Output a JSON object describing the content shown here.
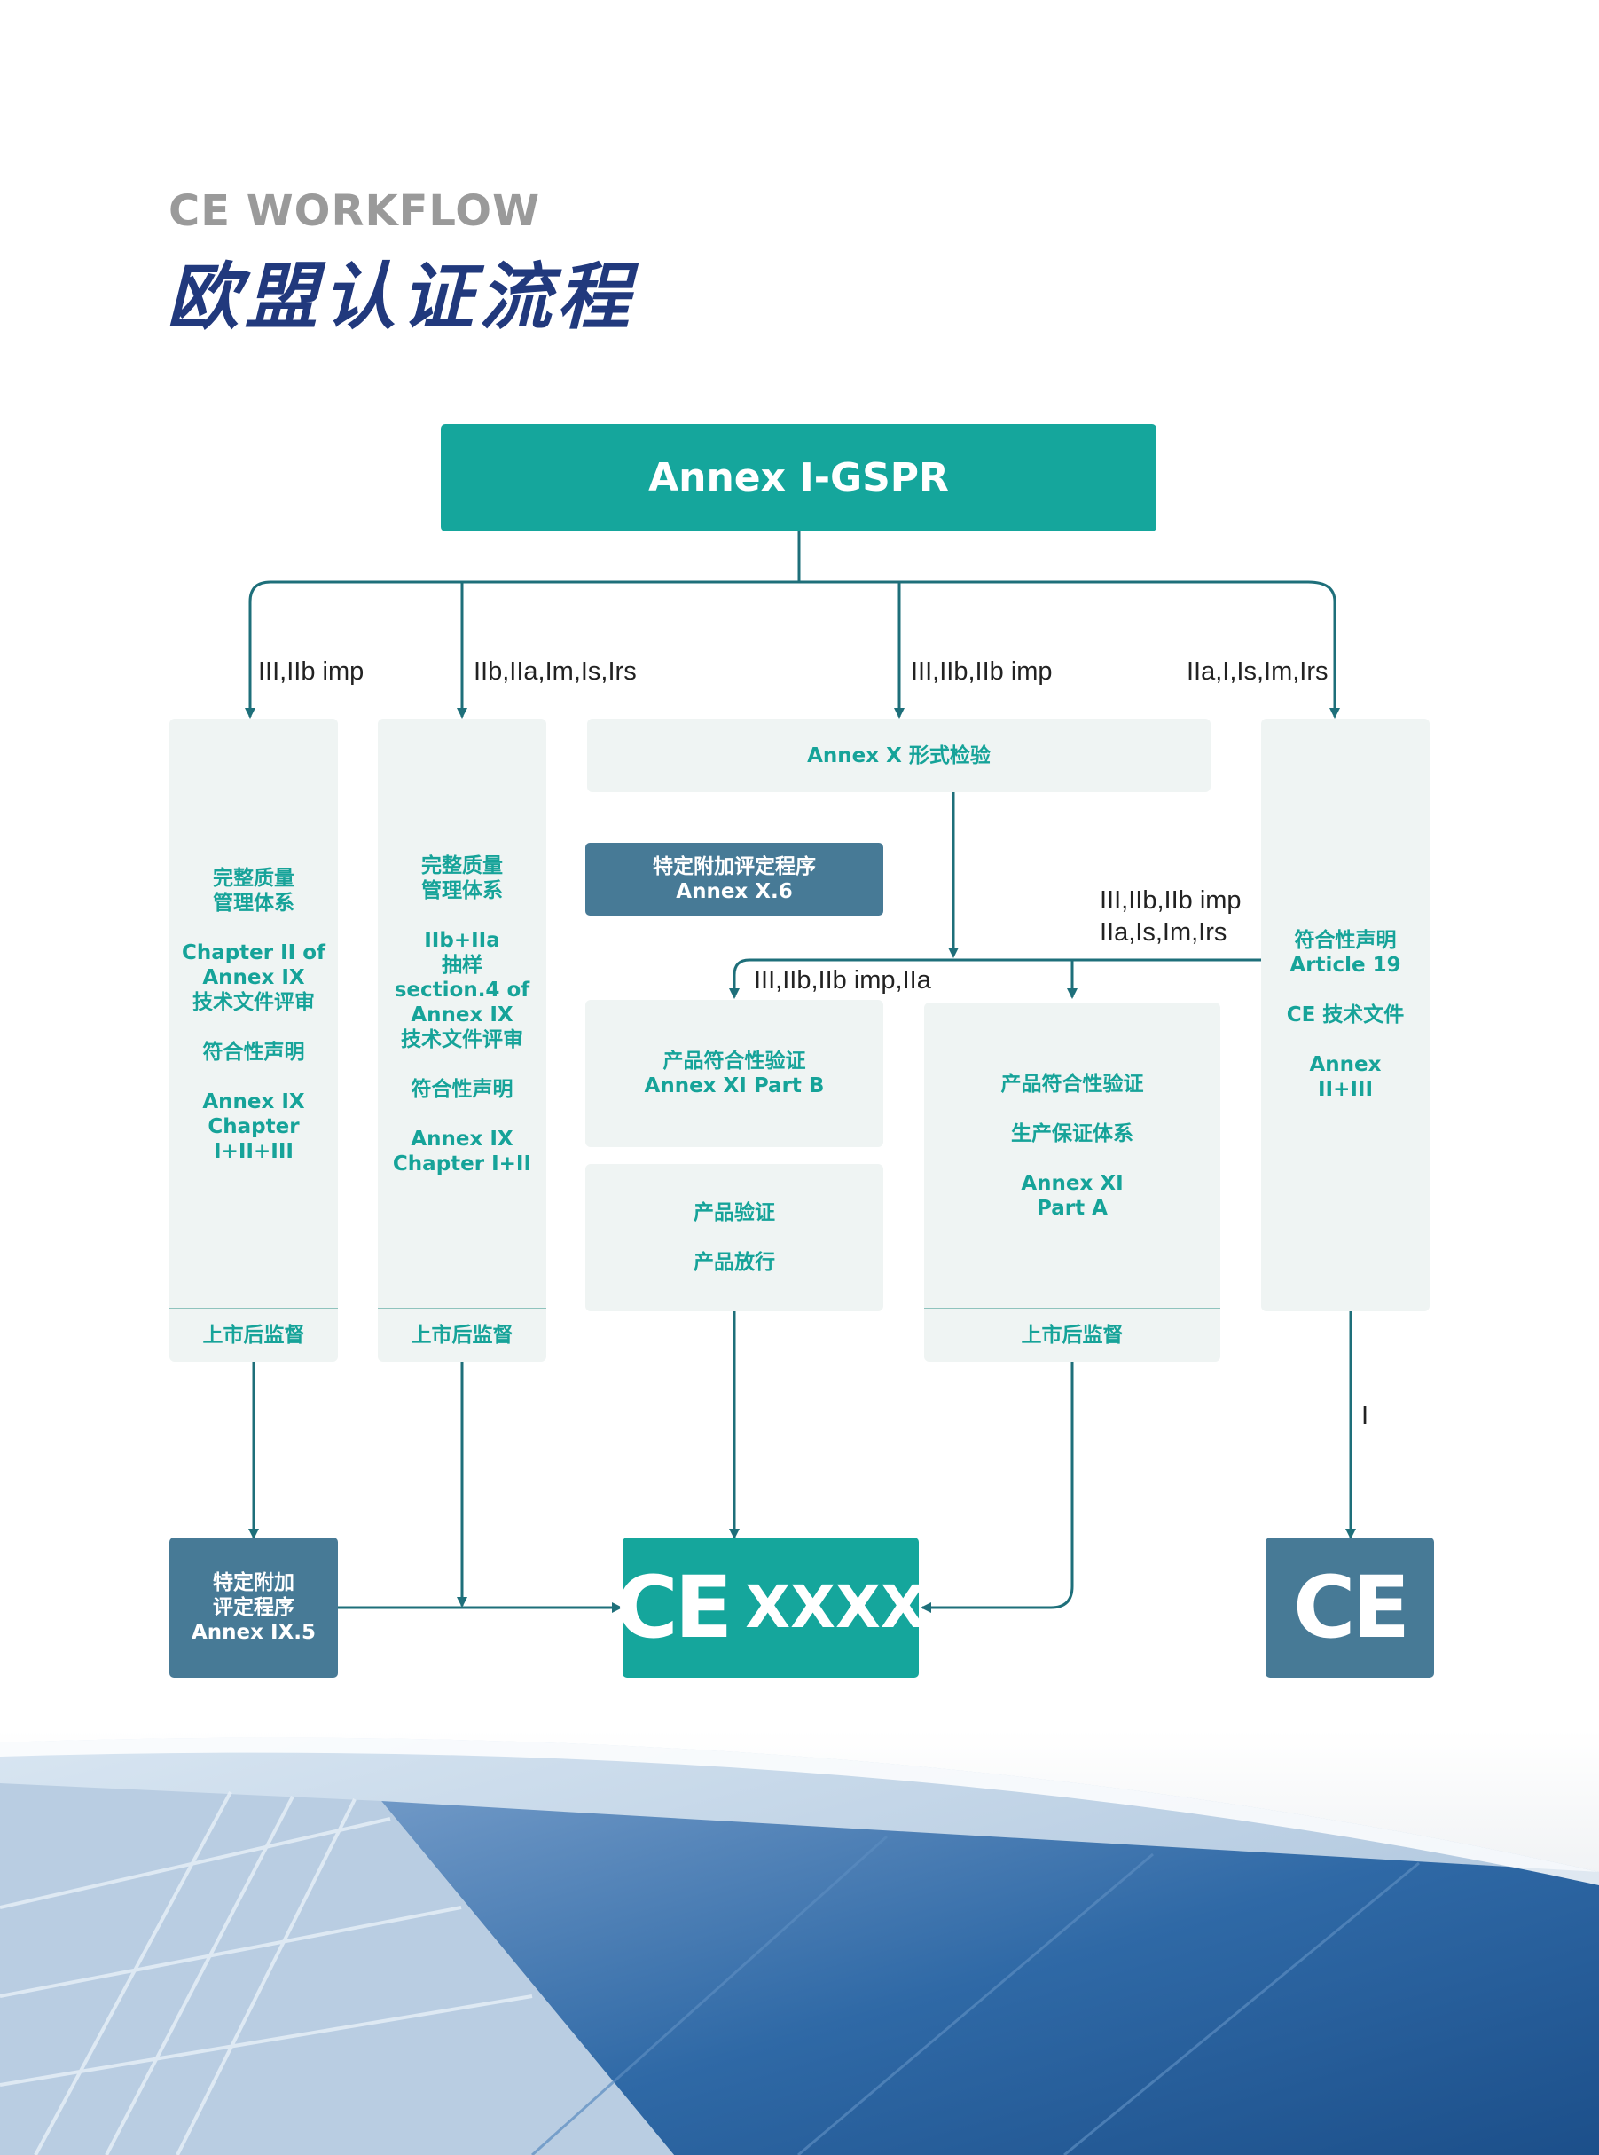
{
  "header": {
    "subtitle": "CE WORKFLOW",
    "title": "欧盟认证流程"
  },
  "top_box": "Annex I-GSPR",
  "branch_labels": {
    "b1": "III,IIb imp",
    "b2": "IIb,IIa,Im,Is,Irs",
    "b3": "III,IIb,IIb imp",
    "b4": "IIa,I,Is,Im,Irs",
    "side_a": "III,IIb,IIb imp",
    "side_b": "IIa,Is,Im,Irs",
    "to_xi_b": "III,IIb,IIb imp,IIa",
    "right_down": "I"
  },
  "col1": {
    "sections": [
      "完整质量\n管理体系",
      "Chapter II of\nAnnex IX\n技术文件评审",
      "符合性声明",
      "Annex IX\nChapter I+II+III"
    ],
    "footer": "上市后监督"
  },
  "col2": {
    "sections": [
      "完整质量\n管理体系",
      "IIb+IIa\n抽样\nsection.4 of\nAnnex IX\n技术文件评审",
      "符合性声明",
      "Annex IX\nChapter I+II"
    ],
    "footer": "上市后监督"
  },
  "annex_x": "Annex X 形式检验",
  "annex_x6": "特定附加评定程序\nAnnex X.6",
  "xi_b": "产品符合性验证\nAnnex XI Part B",
  "product_verif": {
    "sections": [
      "产品验证",
      "产品放行"
    ]
  },
  "xi_a": {
    "sections": [
      "产品符合性验证",
      "生产保证体系",
      "Annex XI\nPart A"
    ],
    "footer": "上市后监督"
  },
  "col_right": {
    "sections": [
      "符合性声明\nArticle 19",
      "CE 技术文件",
      "Annex\nII+III"
    ]
  },
  "ix5": "特定附加\n评定程序\nAnnex IX.5",
  "ce_center": {
    "mark": "CE",
    "number": "XXXX"
  },
  "ce_right": {
    "mark": "CE"
  },
  "colors": {
    "teal": "#15a69c",
    "line": "#1e6f7a",
    "dark_box": "#477a96",
    "panel": "#eff4f3",
    "title": "#21397d"
  }
}
